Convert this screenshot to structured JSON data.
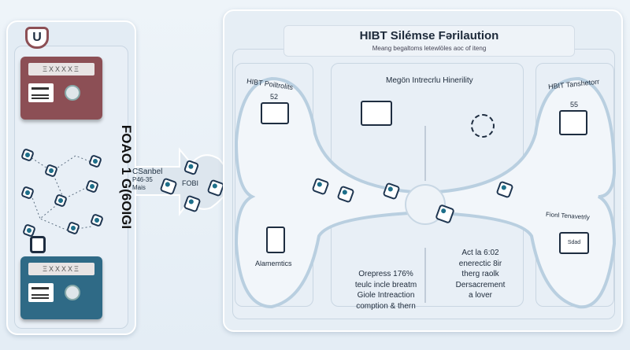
{
  "left_panel": {
    "top_logo": "U",
    "card_strip": "ΞXXXXΞ",
    "vertical_label": "FOAO 1 G(6OIGI",
    "arrow_text": [
      "CSanbel",
      "P46-35",
      "Mais"
    ],
    "arrow_badge": "FOBI"
  },
  "main_panel": {
    "title": "HIBT Silémse Fǝrilaution",
    "subtitle": "Meang begaltoms letewlöles aoc of iteng",
    "top_left": {
      "title": "HIBT Poiltrolits",
      "value": "52"
    },
    "top_center": {
      "title": "Megön Intrecrlu Hinerility"
    },
    "top_right": {
      "title": "HBIT Tanshetorr",
      "value": "55"
    },
    "bottom_left": {
      "title": "Alamemtics"
    },
    "bottom_center_left": {
      "lines": [
        "Orepress 176%",
        "teulc incle breatm",
        "Giole Intreaction",
        "comption & thern"
      ]
    },
    "bottom_center_right": {
      "lines": [
        "Act la 6:02",
        "enerectic 8ir",
        "therg raolk",
        "Dersacrement",
        "a lover"
      ]
    },
    "bottom_right": {
      "title": "Fionl Tenavetrly",
      "screen_label": "Sdad"
    }
  },
  "colors": {
    "maroon": "#8c4f55",
    "teal": "#2f6a86",
    "navy": "#1e2d40"
  }
}
